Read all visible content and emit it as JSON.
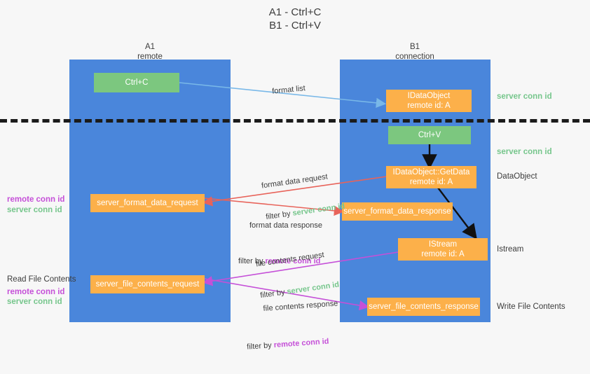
{
  "title": "A1 - Ctrl+C\nB1 - Ctrl+V",
  "columns": [
    {
      "name": "a1",
      "label": "A1\nremote"
    },
    {
      "name": "b1",
      "label": "B1\nconnection"
    }
  ],
  "nodes": [
    {
      "name": "ctrl-c",
      "color": "green",
      "line1": "Ctrl+C",
      "line2": ""
    },
    {
      "name": "idataobject",
      "color": "orange",
      "line1": "IDataObject",
      "line2": "remote id: A"
    },
    {
      "name": "ctrl-v",
      "color": "green",
      "line1": "Ctrl+V",
      "line2": ""
    },
    {
      "name": "idataobject-getdata",
      "color": "orange",
      "line1": "IDataObject::GetData",
      "line2": "remote id: A"
    },
    {
      "name": "server-format-data-request",
      "color": "orange",
      "line1": "server_format_data_request",
      "line2": ""
    },
    {
      "name": "server-format-data-response",
      "color": "orange",
      "line1": "server_format_data_response",
      "line2": ""
    },
    {
      "name": "istream",
      "color": "orange",
      "line1": "IStream",
      "line2": "remote id: A"
    },
    {
      "name": "server-file-contents-request",
      "color": "orange",
      "line1": "server_file_contents_request",
      "line2": ""
    },
    {
      "name": "server-file-contents-response",
      "color": "orange",
      "line1": "server_file_contents_response",
      "line2": ""
    }
  ],
  "right_labels": [
    {
      "name": "server-conn-id-top",
      "text": "server conn id",
      "style": "green"
    },
    {
      "name": "server-conn-id-mid",
      "text": "server conn id",
      "style": "green"
    },
    {
      "name": "dataobject",
      "text": "DataObject",
      "style": "plain"
    },
    {
      "name": "istream",
      "text": "Istream",
      "style": "plain"
    },
    {
      "name": "write-file-contents",
      "text": "Write File Contents",
      "style": "plain"
    }
  ],
  "left_labels": [
    {
      "name": "remote-conn-id-upper",
      "text": "remote conn id",
      "style": "magenta"
    },
    {
      "name": "server-conn-id-upper",
      "text": "server conn id",
      "style": "green"
    },
    {
      "name": "read-file-contents",
      "text": "Read File Contents",
      "style": "plain"
    },
    {
      "name": "remote-conn-id-lower",
      "text": "remote conn id",
      "style": "magenta"
    },
    {
      "name": "server-conn-id-lower",
      "text": "server conn id",
      "style": "green"
    }
  ],
  "annotations": [
    {
      "name": "format-list",
      "text": "format list",
      "filter_prefix": "",
      "filter_value": "",
      "filter_style": ""
    },
    {
      "name": "format-data-request",
      "text": "format data request",
      "filter_prefix": "filter by ",
      "filter_value": "server conn id",
      "filter_style": "green"
    },
    {
      "name": "format-data-response",
      "text": "format data response",
      "filter_prefix": "filter by ",
      "filter_value": "remote conn id",
      "filter_style": "magenta"
    },
    {
      "name": "file-contents-request",
      "text": "file contents request",
      "filter_prefix": "filter by ",
      "filter_value": "server conn id",
      "filter_style": "green"
    },
    {
      "name": "file-contents-response",
      "text": "file contents response",
      "filter_prefix": "filter by ",
      "filter_value": "remote conn id",
      "filter_style": "magenta"
    }
  ],
  "colors": {
    "lane": "#4a86db",
    "green_node": "#7cc77f",
    "orange_node": "#fcb04a",
    "arrow_blue": "#79b8e8",
    "arrow_red": "#e8635a",
    "arrow_magenta": "#c550d8",
    "arrow_black": "#111111",
    "green_text": "#76c68c",
    "magenta_text": "#c550d8",
    "background": "#f7f7f7"
  }
}
